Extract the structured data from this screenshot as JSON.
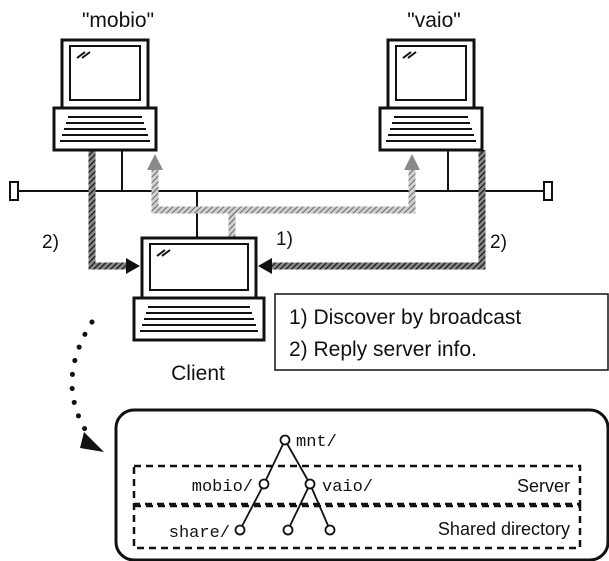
{
  "hosts": {
    "mobio": "\"mobio\"",
    "vaio": "\"vaio\"",
    "client": "Client"
  },
  "steps": {
    "discover_marker": "1)",
    "reply_marker_left": "2)",
    "reply_marker_right": "2)"
  },
  "legend": {
    "line1": "1) Discover by broadcast",
    "line2": "2) Reply server info."
  },
  "tree": {
    "root": "mnt/",
    "server_a": "mobio/",
    "server_b": "vaio/",
    "shared": "share/",
    "server_label": "Server",
    "shared_label": "Shared directory"
  },
  "colors": {
    "line": "#111111",
    "hatch_gray": "#9a9a9a",
    "hatch_dark": "#2a2a2a"
  }
}
